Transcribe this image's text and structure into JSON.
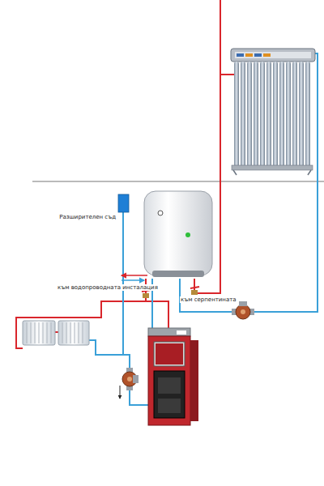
{
  "diagram": {
    "labels": [
      "Разширителен съд",
      "към водопроводната инсталация",
      "към серпентината"
    ]
  }
}
